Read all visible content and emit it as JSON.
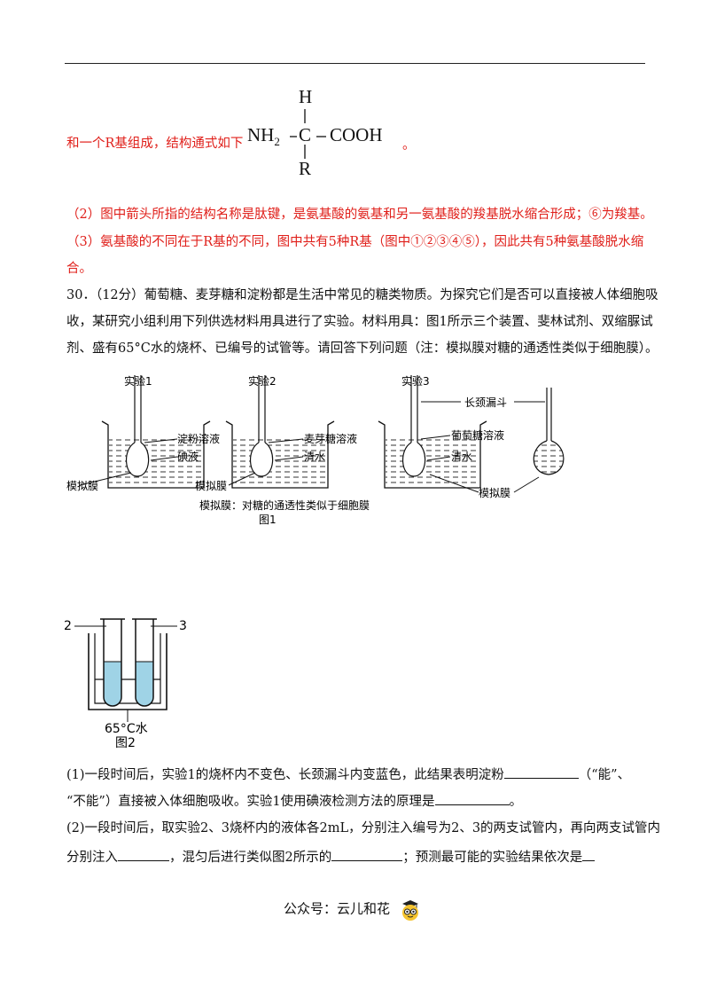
{
  "formula": {
    "intro": "和一个R基组成，结构通式如下",
    "top": "H",
    "left": "NH",
    "left_sub": "2",
    "center": "C",
    "right": "COOH",
    "bottom": "R",
    "tail": "。"
  },
  "answer": {
    "a2": "（2）图中箭头所指的结构名称是肽键，是氨基酸的氨基和另一氨基酸的羧基脱水缩合形成；⑥为羧基。",
    "a3_l1": "（3）氨基酸的不同在于R基的不同，图中共有5种R基（图中①②③④⑤），因此共有5种氨基酸脱水缩",
    "a3_l2": "合。"
  },
  "question": {
    "l1": "30．（12分）葡萄糖、麦芽糖和淀粉都是生活中常见的糖类物质。为探究它们是否可以直接被人体细胞吸",
    "l2": "收，某研究小组利用下列供选材料用具进行了实验。材料用具：图1所示三个装置、斐林试剂、双缩脲试",
    "l3": "剂、盛有65°C水的烧杯、已编号的试管等。请回答下列问题（注：模拟膜对糖的通透性类似于细胞膜）。"
  },
  "figure1": {
    "exp1": "实验1",
    "exp2": "实验2",
    "exp3": "实验3",
    "funnel": "长颈漏斗",
    "starch": "淀粉溶液",
    "iodine": "碘液",
    "maltose": "麦芽糖溶液",
    "water": "清水",
    "glucose": "葡萄糖溶液",
    "water3": "清水",
    "membrane1": "模拟膜",
    "membrane2": "模拟膜",
    "membrane3": "模拟膜",
    "note": "模拟膜：对糖的通透性类似于细胞膜",
    "caption": "图1"
  },
  "figure2": {
    "tube2": "2",
    "tube3": "3",
    "water_label": "65°C水",
    "caption": "图2"
  },
  "q1": {
    "l1a": "(1)一段时间后，实验1的烧杯内不变色、长颈漏斗内变蓝色，此结果表明淀粉",
    "l1b": "（“能”、",
    "l2a": "“不能”）直接被入体细胞吸收。实验1使用碘液检测方法的原理是",
    "l2b": "。"
  },
  "q2": {
    "l1": "(2)一段时间后，取实验2、3烧杯内的液体各2mL，分别注入编号为2、3的两支试管内，再向两支试管内",
    "l2a": "分别注入",
    "l2b": "，混匀后进行类似图2所示的",
    "l2c": "；预测最可能的实验结果依次是"
  },
  "footer": {
    "text": "公众号：云儿和花"
  }
}
